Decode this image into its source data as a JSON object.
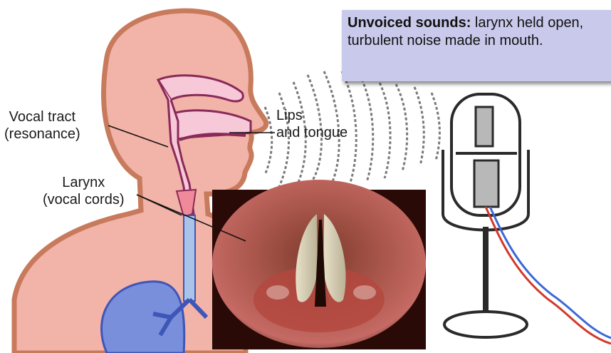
{
  "labels": {
    "vocal_tract_line1": "Vocal tract",
    "vocal_tract_line2": "(resonance)",
    "lips_line1": "Lips",
    "lips_line2": "and tongue",
    "larynx_line1": "Larynx",
    "larynx_line2": "(vocal cords)"
  },
  "callout": {
    "heading": "Unvoiced sounds:",
    "text": " larynx held open, turbulent noise made in mouth."
  },
  "colors": {
    "skin": "#f2b3a8",
    "skin_outline": "#c87a5c",
    "airway": "#a9c4e8",
    "lungs": "#3e56b8",
    "callout_bg": "#c9c9ec",
    "sound_waves": "#7a7a7a",
    "cable_red": "#d23a2a",
    "cable_blue": "#3a6ad6"
  },
  "icons": {
    "person": "head-profile-illustration",
    "microphone": "vintage-microphone-illustration",
    "photo": "vocal-cords-photo"
  }
}
